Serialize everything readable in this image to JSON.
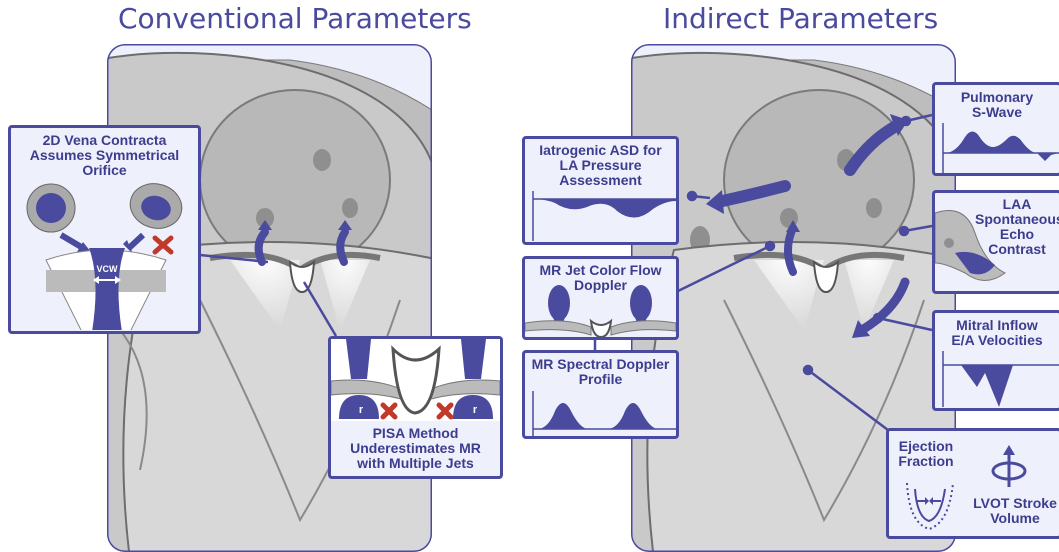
{
  "titles": {
    "left": "Conventional Parameters",
    "right": "Indirect Parameters"
  },
  "callouts": {
    "vena_contracta": [
      "2D Vena Contracta",
      "Assumes Symmetrical",
      "Orifice"
    ],
    "vcw": "VCW",
    "pisa": [
      "PISA Method",
      "Underestimates MR",
      "with Multiple Jets"
    ],
    "pisa_radius": "r",
    "iatrogenic_asd": [
      "Iatrogenic ASD for",
      "LA Pressure",
      "Assessment"
    ],
    "mr_jet": [
      "MR Jet Color Flow",
      "Doppler"
    ],
    "mr_spectral": [
      "MR Spectral Doppler",
      "Profile"
    ],
    "pulmonary": [
      "Pulmonary",
      "S-Wave"
    ],
    "laa": [
      "LAA",
      "Spontaneous",
      "Echo",
      "Contrast"
    ],
    "mitral_inflow": [
      "Mitral Inflow",
      "E/A Velocities"
    ],
    "ejection_fraction": [
      "Ejection",
      "Fraction"
    ],
    "lvot": [
      "LVOT Stroke",
      "Volume"
    ]
  },
  "colors": {
    "accent": "#4a4a9e",
    "panel": "#eef0fb",
    "tissue": "#cfcfcf",
    "cross": "#c0392b"
  }
}
